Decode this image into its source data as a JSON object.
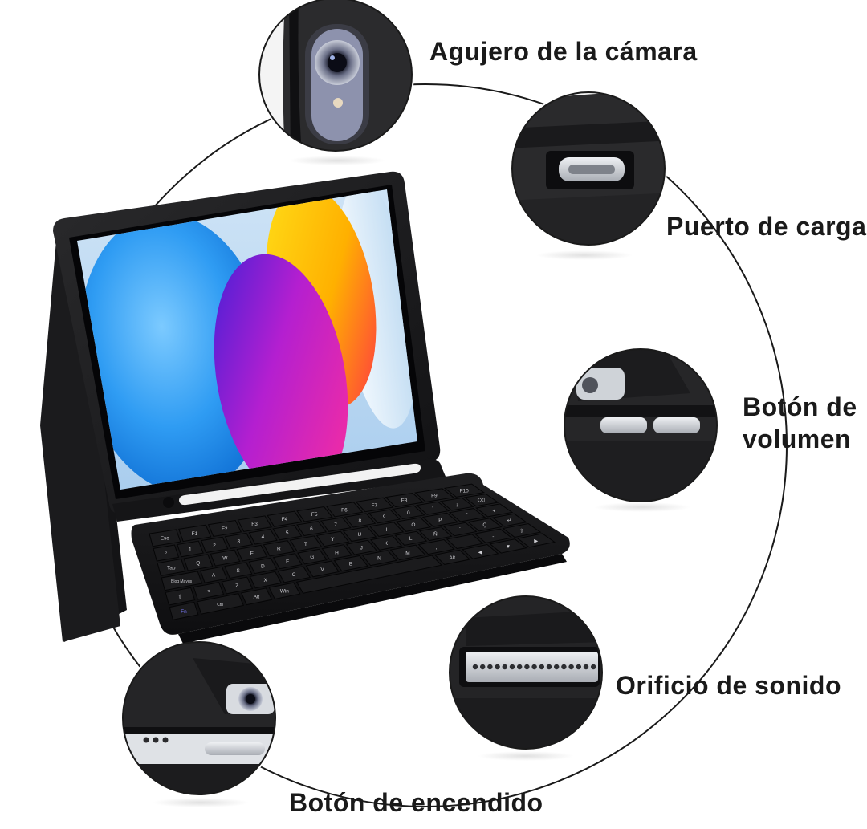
{
  "callouts": {
    "camera": "Agujero de la cámara",
    "charging": "Puerto de carga",
    "volume_line1": "Botón de",
    "volume_line2": "volumen",
    "sound": "Orificio de sonido",
    "power": "Botón de encendido"
  },
  "keyboard": {
    "row1": [
      "Esc",
      "F1",
      "F2",
      "F3",
      "F4",
      "F5",
      "F6",
      "F7",
      "F8",
      "F9",
      "F10"
    ],
    "row2": [
      "º",
      "1",
      "2",
      "3",
      "4",
      "5",
      "6",
      "7",
      "8",
      "9",
      "0",
      "'",
      "¡",
      "⌫"
    ],
    "row3": [
      "Tab",
      "Q",
      "W",
      "E",
      "R",
      "T",
      "Y",
      "U",
      "I",
      "O",
      "P",
      "`",
      "+"
    ],
    "row4": [
      "Bloq Mayús",
      "A",
      "S",
      "D",
      "F",
      "G",
      "H",
      "J",
      "K",
      "L",
      "Ñ",
      "´",
      "Ç",
      "↵"
    ],
    "row5": [
      "⇧",
      "<",
      "Z",
      "X",
      "C",
      "V",
      "B",
      "N",
      "M",
      ",",
      ".",
      "-",
      "⇧"
    ],
    "row6": [
      "Fn",
      "Ctrl",
      "Alt",
      "Win",
      "",
      "Alt",
      "◀",
      "▼",
      "▶"
    ]
  },
  "colors": {
    "case": "#1c1c1e",
    "lens_ring": "#9aa0b5",
    "port_metal": "#c9ccd1",
    "circle_line": "#1a1a1a"
  }
}
